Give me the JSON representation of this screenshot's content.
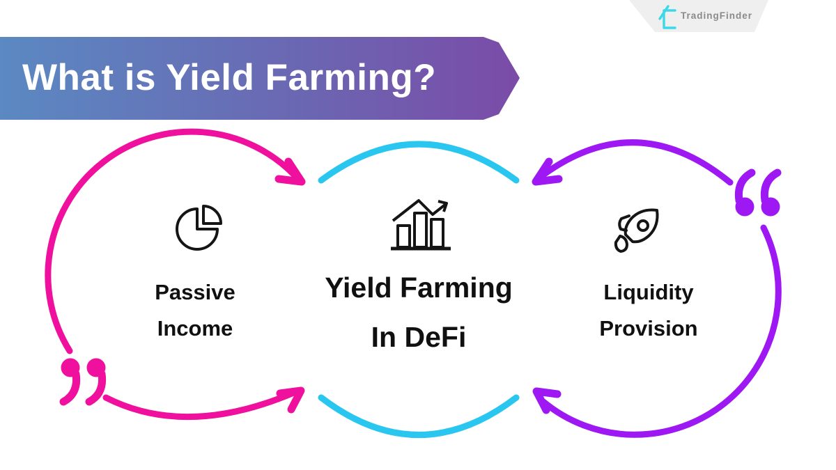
{
  "brand": {
    "name": "TradingFinder",
    "logo_icon": "tradingfinder-logo-icon",
    "logo_color": "#3bd8e8",
    "badge_bg": "#efefef",
    "text_color": "#8a8a8a"
  },
  "title": {
    "text": "What is Yield Farming?",
    "gradient_left": "#5b89c2",
    "gradient_right": "#7b4aa7",
    "text_color": "#ffffff"
  },
  "diagram": {
    "left_node": {
      "label_line1": "Passive",
      "label_line2": "Income",
      "icon": "pie-chart-icon",
      "ring_color": "#F0109E",
      "decoration": "closing-quote-mark"
    },
    "center_node": {
      "label_line1": "Yield Farming",
      "label_line2": "In DeFi",
      "icon": "bar-chart-trend-icon",
      "ring_color": "#29C6F0"
    },
    "right_node": {
      "label_line1": "Liquidity",
      "label_line2": "Provision",
      "icon": "rocket-icon",
      "ring_color": "#9D18F2",
      "decoration": "opening-quote-mark"
    },
    "icon_color": "#151515",
    "label_color": "#101010"
  }
}
